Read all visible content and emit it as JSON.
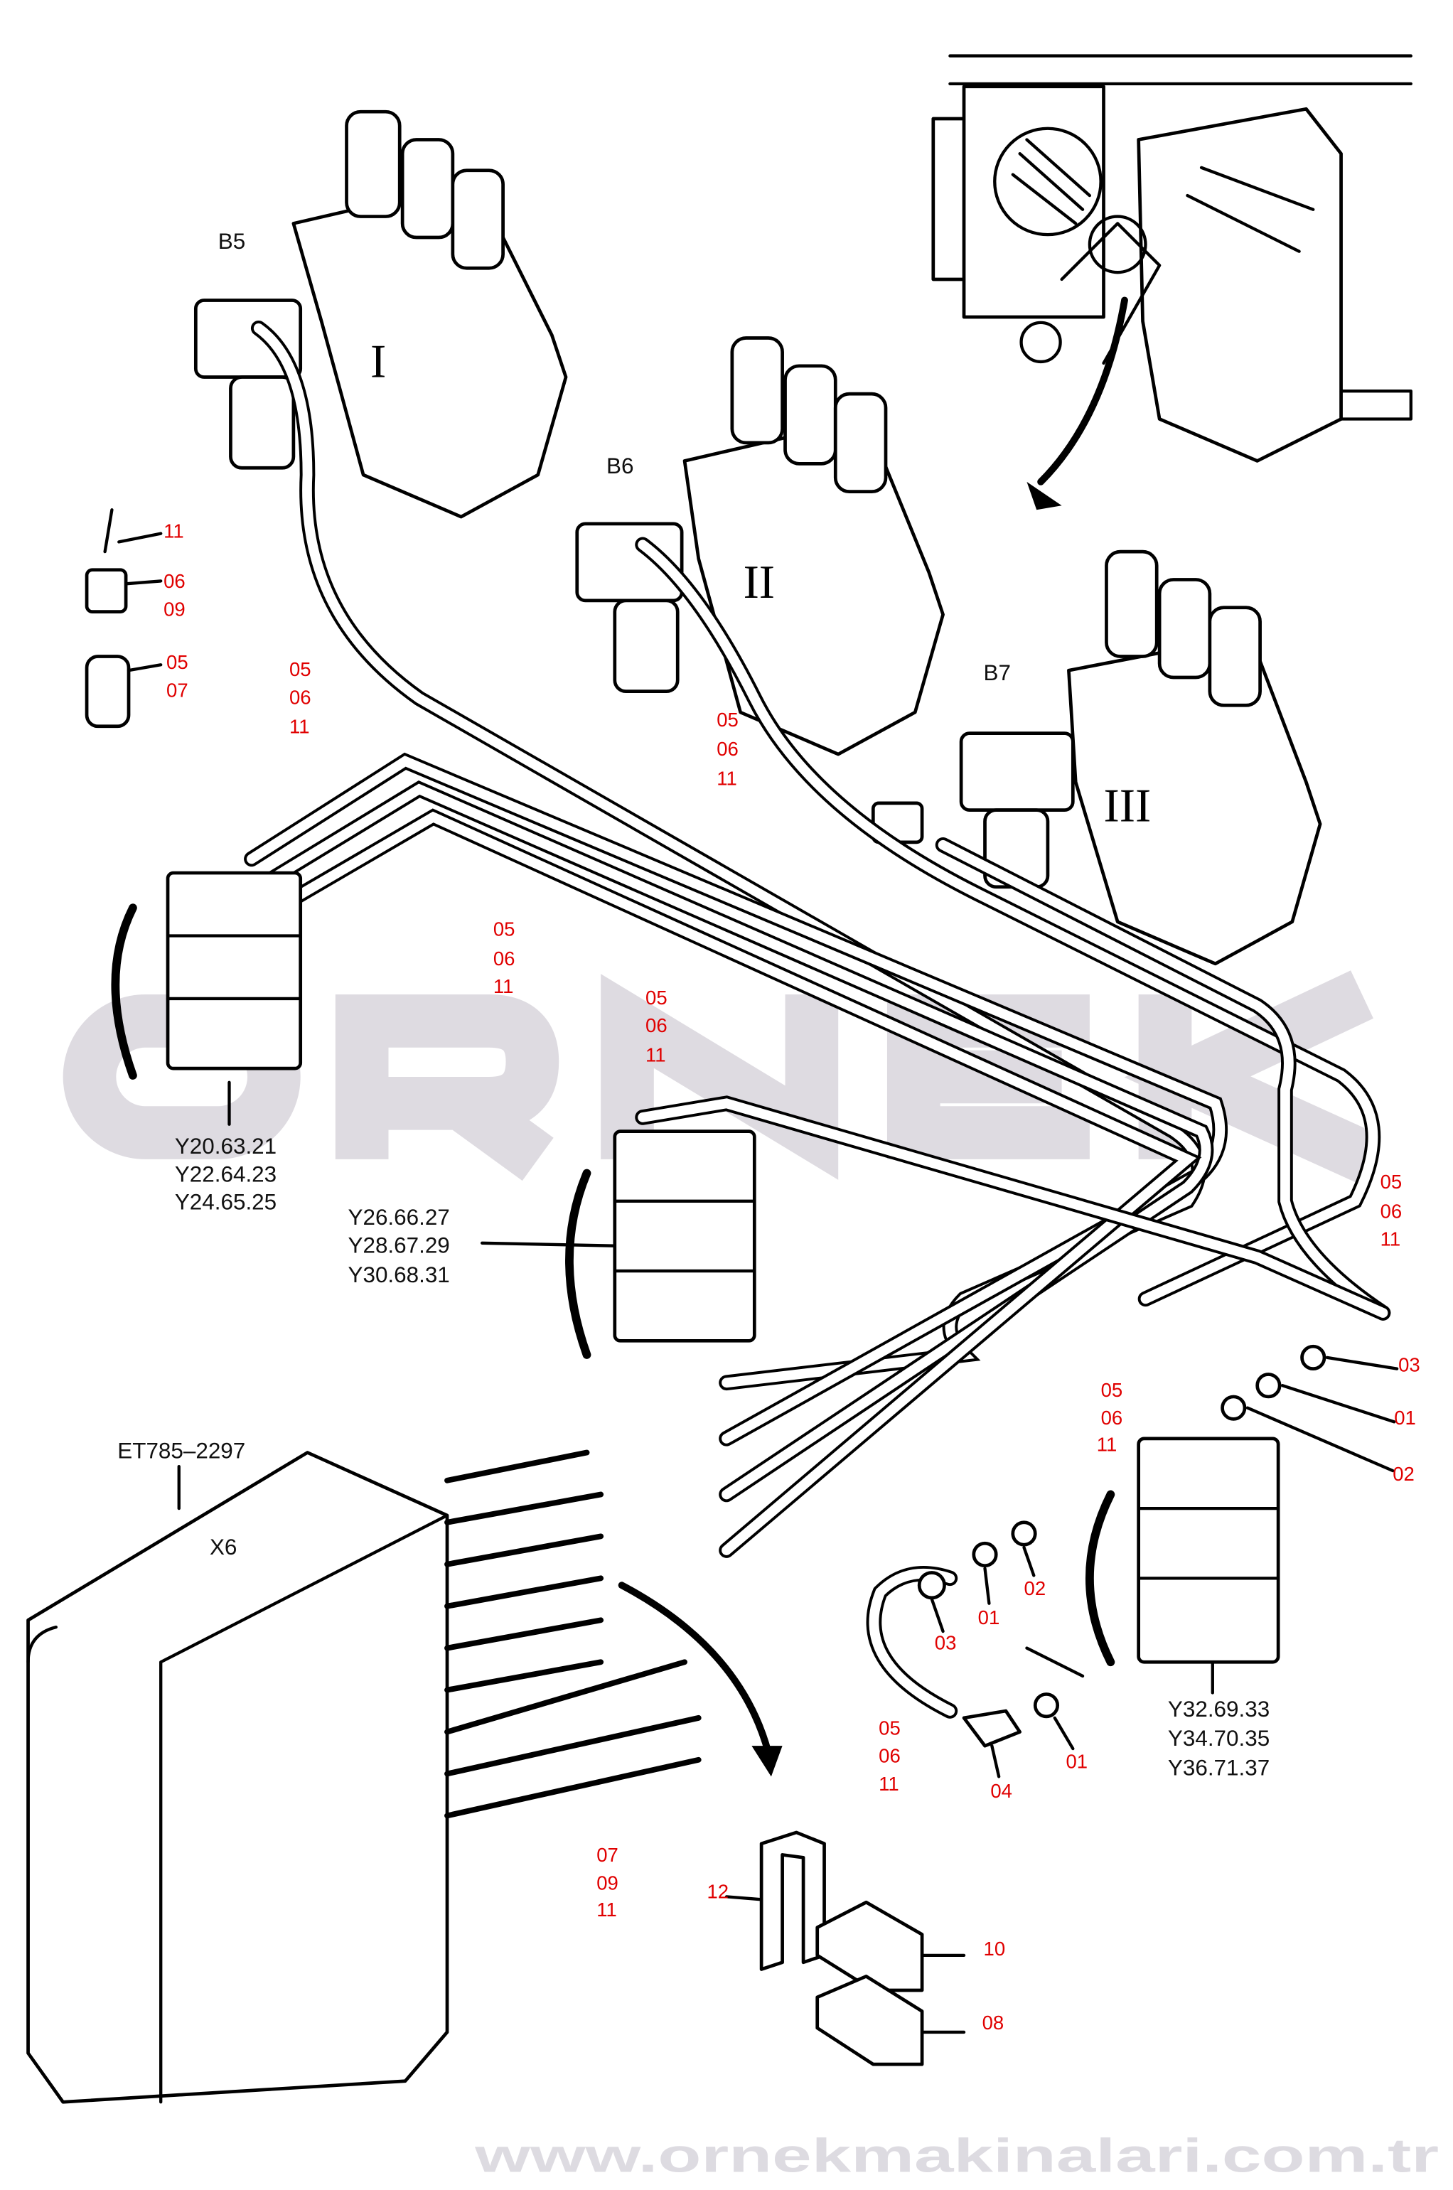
{
  "watermark": {
    "logo": "ORNEK",
    "url": "www.ornekmakinalari.com.tr"
  },
  "colors": {
    "callout": "#e00000",
    "line": "#000000",
    "watermark": "#d8d5dc"
  },
  "units": {
    "b5": "B5",
    "b6": "B6",
    "b7": "B7",
    "i": "I",
    "ii": "II",
    "iii": "III"
  },
  "detail_left": {
    "a": "11",
    "b": "06",
    "c": "09",
    "d": "05",
    "e": "07"
  },
  "c1": [
    "05",
    "06",
    "11"
  ],
  "c2": [
    "05",
    "06",
    "11"
  ],
  "c3": [
    "05",
    "06",
    "11"
  ],
  "c4": [
    "05",
    "06",
    "11"
  ],
  "c5": [
    "05",
    "06",
    "11"
  ],
  "c6": [
    "05",
    "06",
    "11"
  ],
  "c7": [
    "05",
    "06",
    "11"
  ],
  "c8": [
    "07",
    "09",
    "11"
  ],
  "valves_left": [
    "Y20.63.21",
    "Y22.64.23",
    "Y24.65.25"
  ],
  "valves_mid": [
    "Y26.66.27",
    "Y28.67.29",
    "Y30.68.31"
  ],
  "valves_right": [
    "Y32.69.33",
    "Y34.70.35",
    "Y36.71.37"
  ],
  "fittings_right": {
    "a": "03",
    "b": "01",
    "c": "02"
  },
  "fittings_low": {
    "a": "02",
    "b": "01",
    "c": "03",
    "d": "04",
    "e": "01"
  },
  "box": {
    "part": "ET785–2297",
    "label": "X6"
  },
  "clamps": {
    "a": "12",
    "b": "10",
    "c": "08"
  }
}
